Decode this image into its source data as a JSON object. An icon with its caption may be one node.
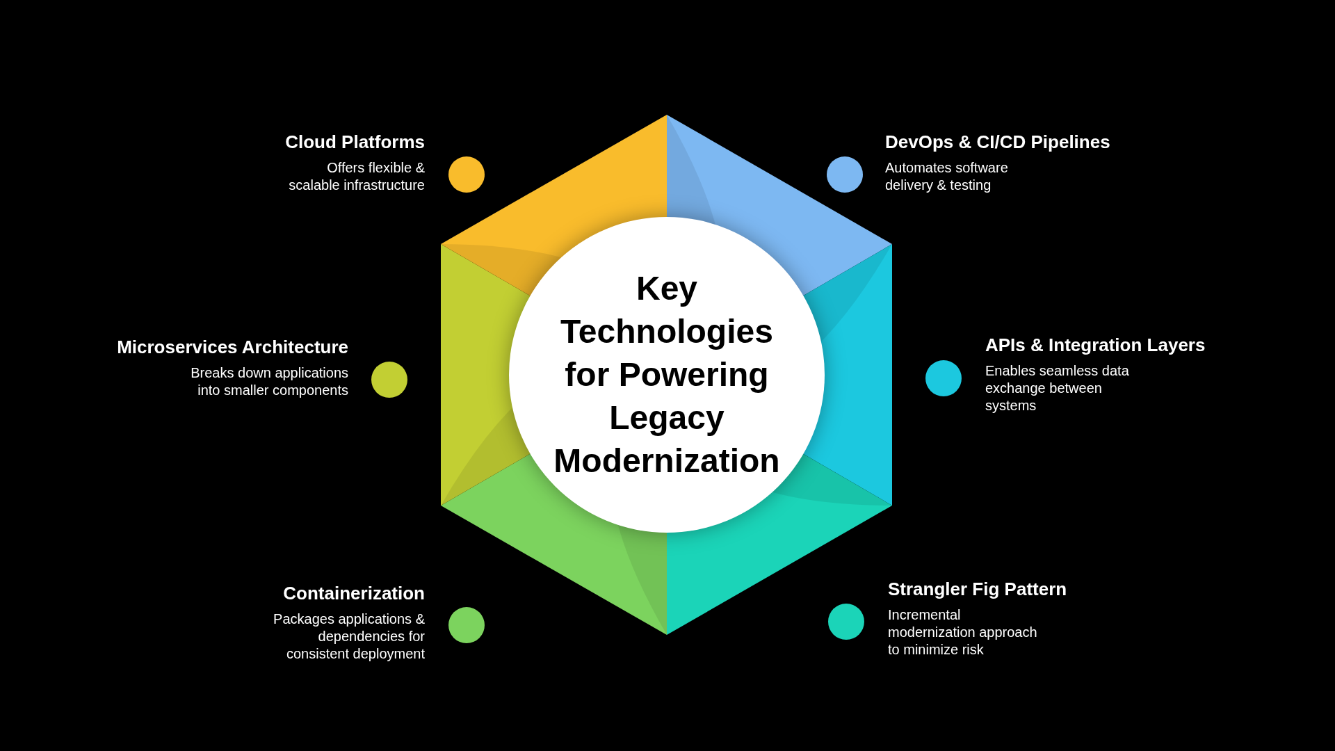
{
  "diagram": {
    "nodes": [
      {
        "text": [
          "Key Technologies for Powering Legacy Modernization"
        ]
      },
      {
        "text": [],
        "shape": "circle",
        "beside": [
          "Cloud Platforms",
          "Offers flexible & scalable infrastructure"
        ]
      },
      {
        "text": [],
        "shape": "circle",
        "beside": [
          "DevOps & CI/CD Pipelines",
          "Automates software delivery & testing"
        ]
      },
      {
        "text": [],
        "shape": "circle",
        "beside": [
          "Microservices Architecture",
          "Breaks down applications into smaller components"
        ]
      },
      {
        "text": [],
        "shape": "circle",
        "beside": [
          "APIs & Integration Layers",
          "Enables seamless data exchange between systems"
        ]
      },
      {
        "text": [],
        "shape": "circle",
        "beside": [
          "Containerization",
          "Packages applications & dependencies for consistent deployment"
        ]
      },
      {
        "text": [],
        "shape": "circle",
        "beside": [
          "Strangler Fig Pattern",
          "Incremental modernization approach to minimize risk"
        ]
      }
    ]
  }
}
